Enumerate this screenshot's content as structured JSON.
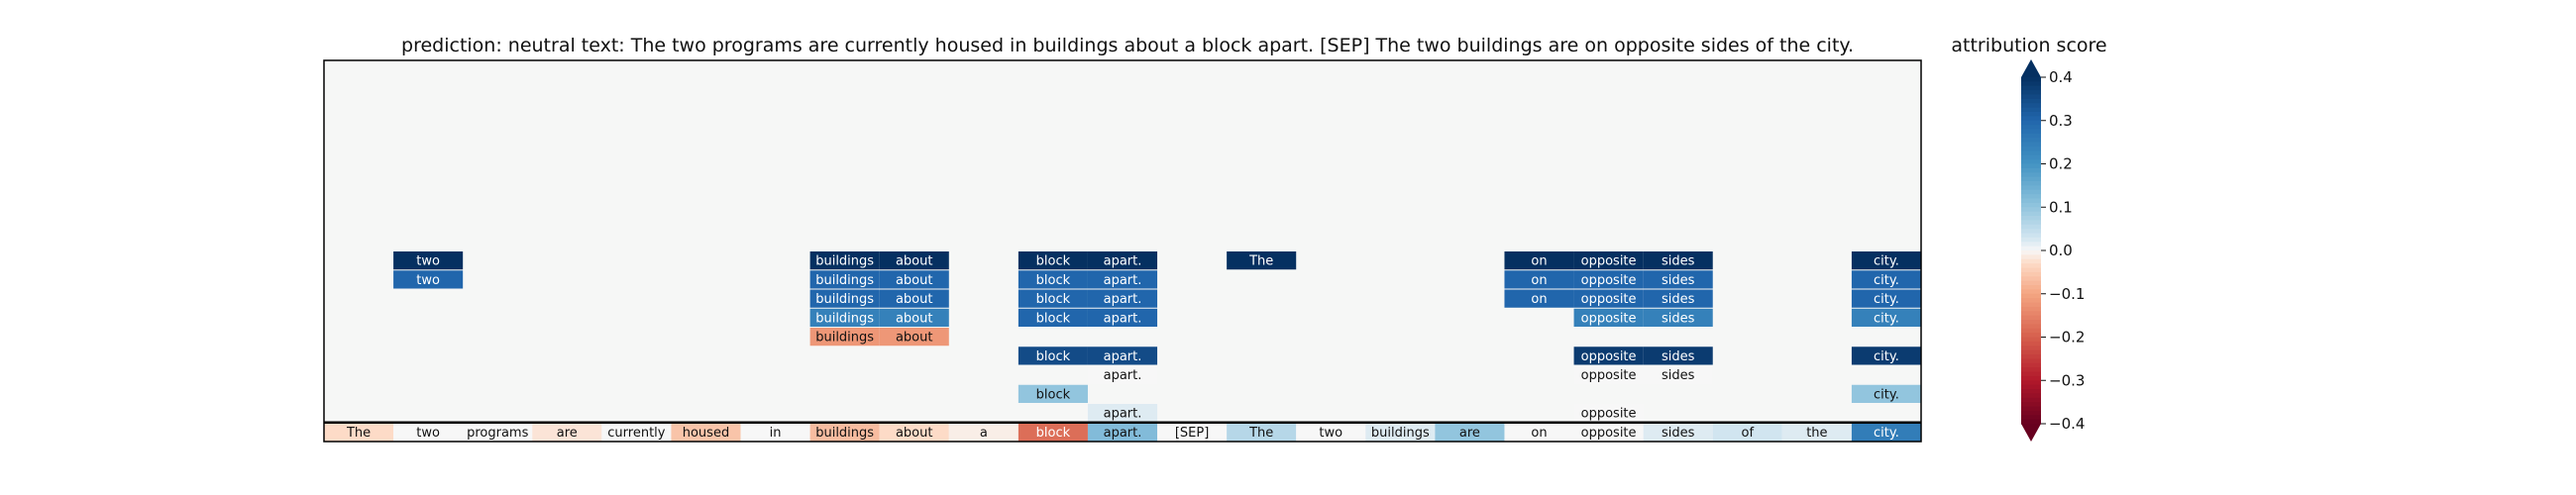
{
  "chart_data": {
    "type": "heatmap",
    "title": "prediction:  neutral     text:  The two programs are currently housed in buildings about a block apart. [SEP] The two buildings are on opposite sides of the city.",
    "tokens": [
      "The",
      "two",
      "programs",
      "are",
      "currently",
      "housed",
      "in",
      "buildings",
      "about",
      "a",
      "block",
      "apart.",
      "[SEP]",
      "The",
      "two",
      "buildings",
      "are",
      "on",
      "opposite",
      "sides",
      "of",
      "the",
      "city."
    ],
    "rows": [
      {
        "cells": []
      },
      {
        "cells": []
      },
      {
        "cells": []
      },
      {
        "cells": []
      },
      {
        "cells": []
      },
      {
        "cells": []
      },
      {
        "cells": []
      },
      {
        "cells": []
      },
      {
        "cells": []
      },
      {
        "cells": []
      },
      {
        "cells": [
          [
            1,
            0.4
          ],
          [
            7,
            0.4
          ],
          [
            8,
            0.4
          ],
          [
            10,
            0.4
          ],
          [
            11,
            0.4
          ],
          [
            13,
            0.4
          ],
          [
            17,
            0.4
          ],
          [
            18,
            0.4
          ],
          [
            19,
            0.4
          ],
          [
            22,
            0.4
          ]
        ]
      },
      {
        "cells": [
          [
            1,
            0.3
          ],
          [
            7,
            0.3
          ],
          [
            8,
            0.3
          ],
          [
            10,
            0.3
          ],
          [
            11,
            0.3
          ],
          [
            17,
            0.3
          ],
          [
            18,
            0.3
          ],
          [
            19,
            0.3
          ],
          [
            22,
            0.3
          ]
        ]
      },
      {
        "cells": [
          [
            7,
            0.3
          ],
          [
            8,
            0.3
          ],
          [
            10,
            0.3
          ],
          [
            11,
            0.3
          ],
          [
            17,
            0.3
          ],
          [
            18,
            0.3
          ],
          [
            19,
            0.3
          ],
          [
            22,
            0.3
          ]
        ]
      },
      {
        "cells": [
          [
            7,
            0.24
          ],
          [
            8,
            0.24
          ],
          [
            10,
            0.3
          ],
          [
            11,
            0.3
          ],
          [
            18,
            0.24
          ],
          [
            19,
            0.24
          ],
          [
            22,
            0.24
          ]
        ]
      },
      {
        "cells": [
          [
            7,
            -0.12
          ],
          [
            8,
            -0.12
          ]
        ]
      },
      {
        "cells": [
          [
            10,
            0.35
          ],
          [
            11,
            0.35
          ],
          [
            18,
            0.38
          ],
          [
            19,
            0.38
          ],
          [
            22,
            0.38
          ]
        ]
      },
      {
        "cells": [
          [
            11,
            0.0
          ],
          [
            18,
            0.0
          ],
          [
            19,
            0.0
          ]
        ]
      },
      {
        "cells": [
          [
            10,
            0.1
          ],
          [
            22,
            0.1
          ]
        ]
      },
      {
        "cells": [
          [
            11,
            0.02
          ],
          [
            18,
            0.0
          ]
        ]
      },
      {
        "cells": [
          [
            0,
            -0.03
          ],
          [
            1,
            0.0
          ],
          [
            2,
            0.0
          ],
          [
            3,
            -0.02
          ],
          [
            4,
            0.0
          ],
          [
            5,
            -0.06
          ],
          [
            6,
            0.0
          ],
          [
            7,
            -0.07
          ],
          [
            8,
            -0.03
          ],
          [
            9,
            -0.01
          ],
          [
            10,
            -0.18
          ],
          [
            11,
            0.12
          ],
          [
            12,
            0.0
          ],
          [
            13,
            0.06
          ],
          [
            14,
            0.0
          ],
          [
            15,
            0.02
          ],
          [
            16,
            0.1
          ],
          [
            17,
            0.0
          ],
          [
            18,
            0.0
          ],
          [
            19,
            0.02
          ],
          [
            20,
            0.03
          ],
          [
            21,
            0.02
          ],
          [
            22,
            0.25
          ]
        ]
      }
    ],
    "colorbar": {
      "label": "attribution score",
      "range": [
        -0.4,
        0.4
      ],
      "ticks": [
        "0.4",
        "0.3",
        "0.2",
        "0.1",
        "0.0",
        "−0.1",
        "−0.2",
        "−0.3",
        "−0.4"
      ],
      "tick_values": [
        0.4,
        0.3,
        0.2,
        0.1,
        0.0,
        -0.1,
        -0.2,
        -0.3,
        -0.4
      ],
      "colormap": "RdBu"
    },
    "background_color": "#f6f7f6",
    "grid": false
  }
}
